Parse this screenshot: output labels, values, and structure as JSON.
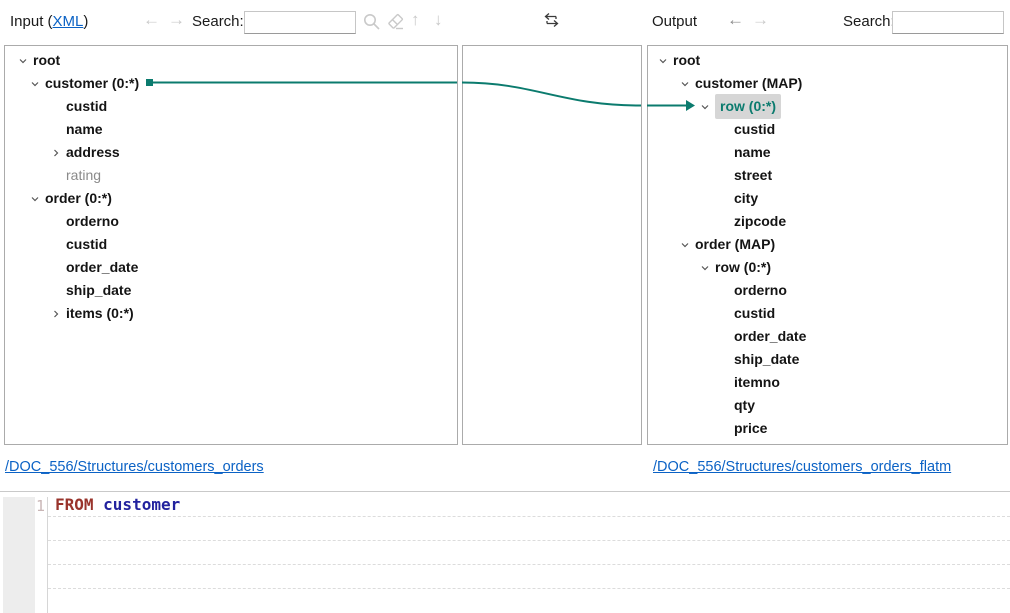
{
  "toolbar": {
    "input_label_prefix": "Input (",
    "input_format_link": "XML",
    "input_label_suffix": ")",
    "search_label_left": "Search:",
    "search_value_left": "",
    "output_label": "Output",
    "search_label_right": "Search:",
    "search_value_right": "",
    "nav_back": "←",
    "nav_forward": "→",
    "find_prev": "↑",
    "find_next": "↓"
  },
  "icons": {
    "search_icon": "magnifier",
    "clear_search_icon": "eraser",
    "find_previous_icon": "up-arrow",
    "find_next_icon": "down-arrow",
    "swap_panels_icon": "left-right-swap-arrows",
    "expanded_icon": "chevron-down",
    "collapsed_icon": "chevron-right"
  },
  "left_tree": {
    "rows": [
      {
        "label": "root"
      },
      {
        "label": "customer (0:*)"
      },
      {
        "label": "custid"
      },
      {
        "label": "name"
      },
      {
        "label": "address"
      },
      {
        "label": "rating"
      },
      {
        "label": "order (0:*)"
      },
      {
        "label": "orderno"
      },
      {
        "label": "custid"
      },
      {
        "label": "order_date"
      },
      {
        "label": "ship_date"
      },
      {
        "label": "items (0:*)"
      }
    ]
  },
  "right_tree": {
    "rows": [
      {
        "label": "root"
      },
      {
        "label": "customer (MAP)"
      },
      {
        "label": "row (0:*)"
      },
      {
        "label": "custid"
      },
      {
        "label": "name"
      },
      {
        "label": "street"
      },
      {
        "label": "city"
      },
      {
        "label": "zipcode"
      },
      {
        "label": "order (MAP)"
      },
      {
        "label": "row (0:*)"
      },
      {
        "label": "orderno"
      },
      {
        "label": "custid"
      },
      {
        "label": "order_date"
      },
      {
        "label": "ship_date"
      },
      {
        "label": "itemno"
      },
      {
        "label": "qty"
      },
      {
        "label": "price"
      }
    ]
  },
  "mapping": {
    "source": "customer (0:*)",
    "target": "row (0:*)"
  },
  "links": {
    "input_path": "/DOC_556/Structures/customers_orders",
    "output_path": "/DOC_556/Structures/customers_orders_flatm"
  },
  "editor": {
    "line_number": "1",
    "line1_keyword": "FROM",
    "line1_identifier": " customer"
  },
  "colors": {
    "accent_teal": "#0b7b6e",
    "link_blue": "#0b62c5",
    "keyword_red": "#99342c",
    "identifier_blue": "#22229e",
    "highlight_bg": "#d6d6d6",
    "panel_border": "#ababab"
  }
}
